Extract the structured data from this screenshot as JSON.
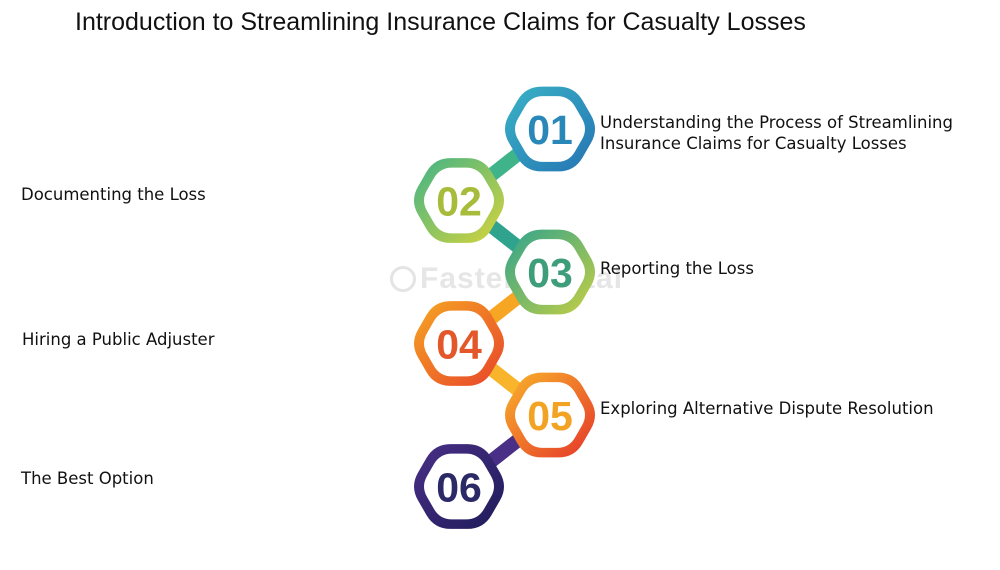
{
  "title": "Introduction to Streamlining Insurance Claims for Casualty Losses",
  "watermark": "FasterCapital",
  "steps": [
    {
      "number": "01",
      "label": "Understanding the Process of Streamlining Insurance Claims for Casualty Losses",
      "side": "right",
      "color": "#2a88b8",
      "gradient": [
        "#3ab3c6",
        "#2574b3"
      ]
    },
    {
      "number": "02",
      "label": "Documenting the Loss",
      "side": "left",
      "color": "#a8bc3c",
      "gradient": [
        "#3fb389",
        "#d7d43a"
      ]
    },
    {
      "number": "03",
      "label": "Reporting the Loss",
      "side": "right",
      "color": "#3f9e7a",
      "gradient": [
        "#2fa38e",
        "#c6cf42"
      ]
    },
    {
      "number": "04",
      "label": "Hiring a Public Adjuster",
      "side": "left",
      "color": "#e4572a",
      "gradient": [
        "#f6a623",
        "#e7442b"
      ]
    },
    {
      "number": "05",
      "label": "Exploring Alternative Dispute Resolution",
      "side": "right",
      "color": "#f3a324",
      "gradient": [
        "#f8b42a",
        "#e5352a"
      ]
    },
    {
      "number": "06",
      "label": "The Best Option",
      "side": "left",
      "color": "#2b2966",
      "gradient": [
        "#4a2f86",
        "#1e1c5a"
      ]
    }
  ]
}
